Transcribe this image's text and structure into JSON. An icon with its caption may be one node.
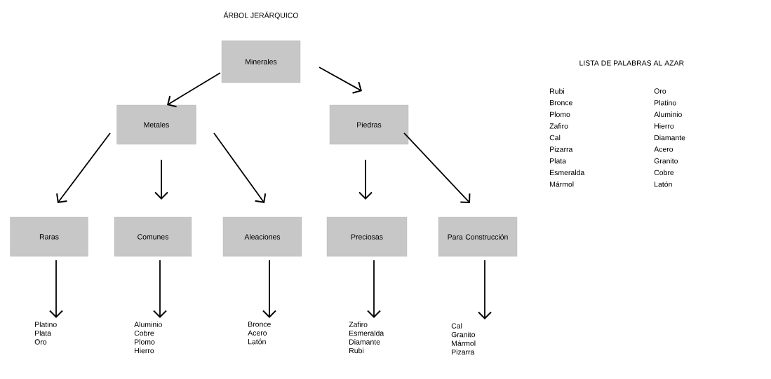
{
  "diagram": {
    "title": "ÁRBOL JERÁRQUICO",
    "nodes": [
      {
        "text": [
          "Minerales"
        ]
      },
      {
        "text": [
          "Metales"
        ]
      },
      {
        "text": [
          "Piedras"
        ]
      },
      {
        "text": [
          "Raras"
        ]
      },
      {
        "text": [
          "Comunes"
        ]
      },
      {
        "text": [
          "Aleaciones"
        ]
      },
      {
        "text": [
          "Preciosas"
        ]
      },
      {
        "text": [
          "Para Construcción"
        ]
      },
      {
        "text": [
          "Platino",
          "Plata",
          "Oro"
        ]
      },
      {
        "text": [
          "Aluminio",
          "Cobre",
          "Plomo",
          "Hierro"
        ]
      },
      {
        "text": [
          "Bronce",
          "Acero",
          "Latón"
        ]
      },
      {
        "text": [
          "Zafiro",
          "Esmeralda",
          "Diamante",
          "Rubi"
        ]
      },
      {
        "text": [
          "Cal",
          "Granito",
          "Mármol",
          "Pizarra"
        ]
      }
    ],
    "edges": [
      {
        "from": 0,
        "to": 1,
        "arrow": "to"
      },
      {
        "from": 0,
        "to": 2,
        "arrow": "to"
      },
      {
        "from": 1,
        "to": 3,
        "arrow": "to"
      },
      {
        "from": 1,
        "to": 4,
        "arrow": "to"
      },
      {
        "from": 1,
        "to": 5,
        "arrow": "to"
      },
      {
        "from": 2,
        "to": 6,
        "arrow": "to"
      },
      {
        "from": 2,
        "to": 7,
        "arrow": "to"
      },
      {
        "from": 3,
        "to": 8,
        "arrow": "to"
      },
      {
        "from": 4,
        "to": 9,
        "arrow": "to"
      },
      {
        "from": 5,
        "to": 10,
        "arrow": "to"
      },
      {
        "from": 6,
        "to": 11,
        "arrow": "to"
      },
      {
        "from": 7,
        "to": 12,
        "arrow": "to"
      }
    ],
    "labels": [
      "LISTA DE PALABRAS AL AZAR",
      "Rubi",
      "Oro",
      "Bronce",
      "Platino",
      "Plomo",
      "Aluminio",
      "Zafiro",
      "Hierro",
      "Cal",
      "Diamante",
      "Pizarra",
      "Acero",
      "Plata",
      "Granito",
      "Esmeralda",
      "Cobre",
      "Mármol",
      "Latón"
    ]
  }
}
